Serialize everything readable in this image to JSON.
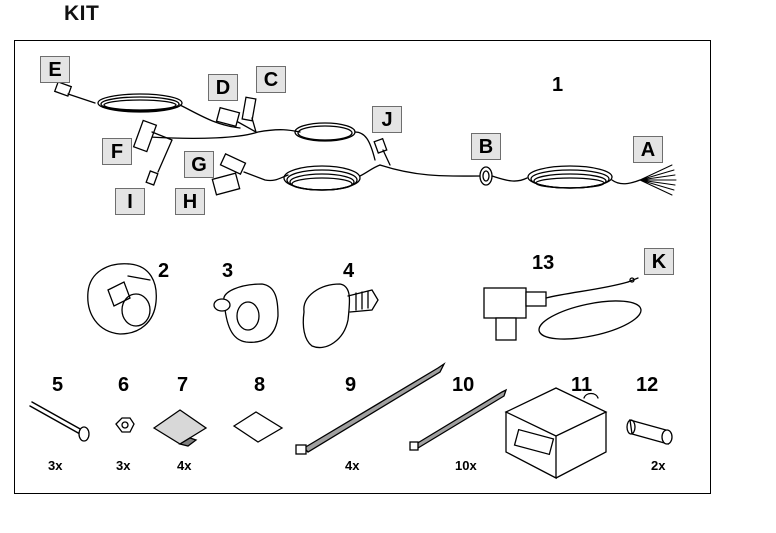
{
  "title": "KIT",
  "harness": {
    "part_number": "1",
    "connector_labels": [
      "A",
      "B",
      "C",
      "D",
      "E",
      "F",
      "G",
      "H",
      "I",
      "J"
    ]
  },
  "parts": [
    {
      "number": "2",
      "name": "socket",
      "quantity": ""
    },
    {
      "number": "3",
      "name": "socket-plate",
      "quantity": ""
    },
    {
      "number": "4",
      "name": "rubber-seal-plate",
      "quantity": ""
    },
    {
      "number": "5",
      "name": "screw",
      "quantity": "3x"
    },
    {
      "number": "6",
      "name": "nut",
      "quantity": "3x"
    },
    {
      "number": "7",
      "name": "adhesive-pad",
      "quantity": "4x"
    },
    {
      "number": "8",
      "name": "pad",
      "quantity": ""
    },
    {
      "number": "9",
      "name": "cable-tie-long",
      "quantity": "4x"
    },
    {
      "number": "10",
      "name": "cable-tie-short",
      "quantity": "10x"
    },
    {
      "number": "11",
      "name": "control-module",
      "quantity": ""
    },
    {
      "number": "12",
      "name": "connector-sleeve",
      "quantity": "2x"
    },
    {
      "number": "13",
      "name": "fuse-holder",
      "quantity": "",
      "connector_label": "K"
    }
  ],
  "colors": {
    "label_fill": "#e4e4e4",
    "label_border": "#6e6e6e",
    "line": "#000000"
  }
}
